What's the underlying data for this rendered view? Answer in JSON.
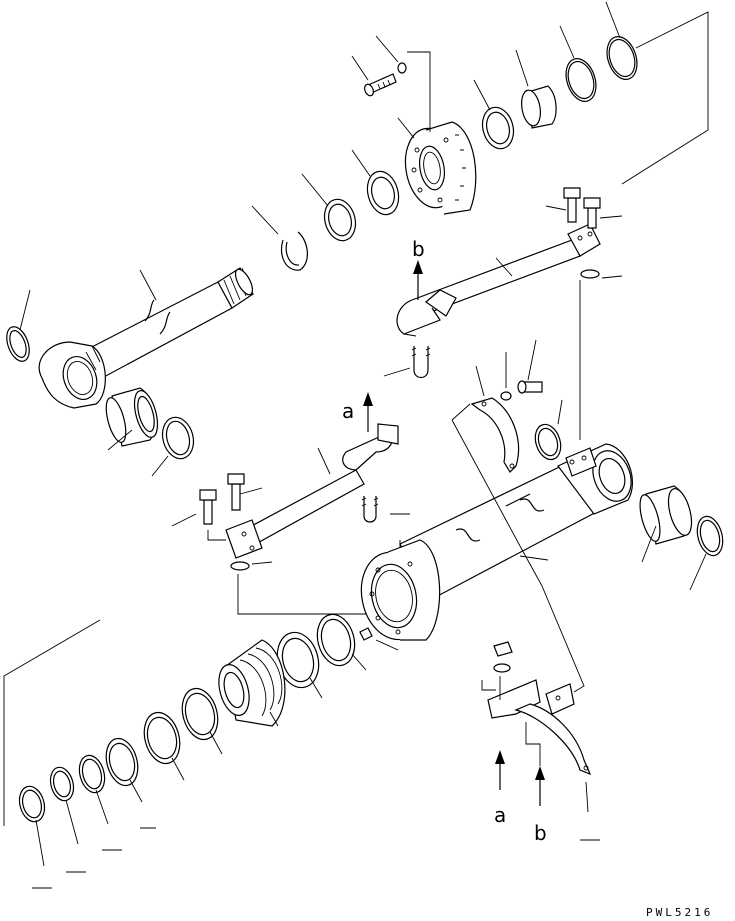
{
  "labels": {
    "arrow_a_upper": "a",
    "arrow_b_upper": "b",
    "arrow_a_lower": "a",
    "arrow_b_lower": "b"
  },
  "drawing_code": "PWL5216"
}
